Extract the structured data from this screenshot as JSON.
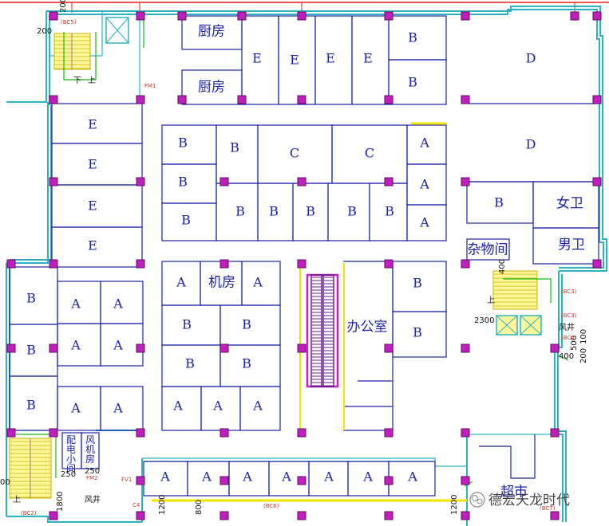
{
  "rooms": {
    "kitchen_1": "厨房",
    "kitchen_2": "厨房",
    "e_top_1": "E",
    "e_top_2": "E",
    "e_top_3": "E",
    "e_top_4": "E",
    "b_top_1": "B",
    "b_top_2": "B",
    "d_top_1": "D",
    "d_top_2": "D",
    "e_left_1": "E",
    "e_left_2": "E",
    "e_left_3": "E",
    "e_left_4": "E",
    "core_b_1": "B",
    "core_b_2": "B",
    "core_b_3": "B",
    "core_b_4": "B",
    "core_c_1": "C",
    "core_c_2": "C",
    "core_a_1": "A",
    "core_a_2": "A",
    "core_a_3": "A",
    "row_b_1": "B",
    "row_b_2": "B",
    "row_b_3": "B",
    "row_b_4": "B",
    "row_b_5": "B",
    "b_right_mid": "B",
    "ladies": "女卫",
    "mens": "男卫",
    "storage": "杂物间",
    "mid_a_1": "A",
    "machine_room": "机房",
    "mid_a_2": "A",
    "mid_b_1": "B",
    "mid_b_2": "B",
    "mid_b_3": "B",
    "mid_b_4": "B",
    "mid_a_3": "A",
    "mid_a_4": "A",
    "mid_a_5": "A",
    "office": "办公室",
    "office_b_1": "B",
    "office_b_2": "B",
    "west_b_1": "B",
    "west_b_2": "B",
    "west_b_3": "B",
    "west_a_1": "A",
    "west_a_2": "A",
    "west_a_3": "A",
    "west_a_4": "A",
    "west_a_5": "A",
    "west_a_6": "A",
    "south_a_1": "A",
    "south_a_2": "A",
    "south_a_3": "A",
    "south_a_4": "A",
    "south_a_5": "A",
    "south_a_6": "A",
    "south_a_7": "A",
    "supermarket": "超市"
  },
  "small_rooms": {
    "power_room": "配电小间",
    "fan_room": "风机房"
  },
  "dimensions": {
    "d200_top": "200",
    "d200_left": "200",
    "d400": "400",
    "d2300": "2300",
    "d500": "500",
    "d100": "100",
    "d400b": "400",
    "d200_right": "200",
    "d250_a": "250",
    "d250_b": "250",
    "d1800": "1800",
    "d1200_a": "1200",
    "d800": "800",
    "d1200_b": "1200",
    "d00": "00"
  },
  "tags": {
    "fm1": "FM1",
    "fv1": "FV1",
    "fm2": "FM2",
    "c4": "C4",
    "bc5": "(BC5)",
    "bc3a": "(BC3)",
    "bc3b": "(BC3)",
    "bc4": "(BC4)",
    "bc2": "(BC2)",
    "bc6": "(BC6)",
    "bc7": "(BC7)",
    "shaft_1": "风井",
    "shaft_2": "风井",
    "up_1": "上",
    "down_1": "下",
    "up_2": "上",
    "up_3": "上"
  },
  "watermark": "德宏天龙时代",
  "colors": {
    "wall": "#2bb3c0",
    "room_line": "#1d23a6",
    "column": "#c21dbf",
    "stair": "#fff79a",
    "escalator": "#c31fc3",
    "corridor_line": "#f2e600",
    "exit_marker": "#18b818"
  },
  "icon": "wechat-icon"
}
